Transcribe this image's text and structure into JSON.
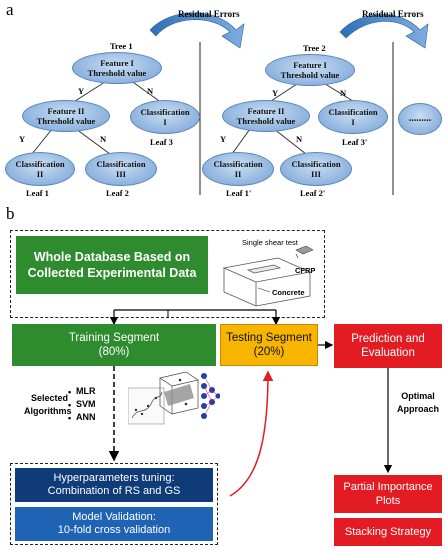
{
  "panel_a": {
    "label": "a",
    "residual_errors_1": "Residual Errors",
    "residual_errors_2": "Residual Errors",
    "tree1": {
      "title": "Tree 1",
      "root": "Feature I\nThreshold value",
      "mid": "Feature II\nThreshold value",
      "right_class": "Classification\nI",
      "left_leaf_class": "Classification\nII",
      "mid_leaf_class": "Classification\nIII",
      "y1": "Y",
      "n1": "N",
      "y2": "Y",
      "n2": "N",
      "leaf1": "Leaf 1",
      "leaf2": "Leaf 2",
      "leaf3": "Leaf 3"
    },
    "tree2": {
      "title": "Tree 2",
      "root": "Feature I\nThreshold value",
      "mid": "Feature II\nThreshold value",
      "right_class": "Classification\nI",
      "left_leaf_class": "Classification\nII",
      "mid_leaf_class": "Classification\nIII",
      "y1": "Y",
      "n1": "N",
      "y2": "Y",
      "n2": "N",
      "leaf1": "Leaf 1'",
      "leaf2": "Leaf 2'",
      "leaf3": "Leaf 3'"
    },
    "ellipsis": "........."
  },
  "panel_b": {
    "label": "b",
    "database": "Whole Database Based on\nCollected Experimental Data",
    "single_shear_test": "Single shear test",
    "cfrp": "CFRP",
    "concrete": "Concrete",
    "training": "Training Segment\n(80%)",
    "testing": "Testing Segment\n(20%)",
    "prediction": "Prediction and\nEvaluation",
    "selected_algorithms": "Selected\nAlgorithms",
    "algorithms": [
      "MLR",
      "SVM",
      "ANN"
    ],
    "optimal_approach": "Optimal\nApproach",
    "hyperparameters": "Hyperparameters tuning:\nCombination of RS and GS",
    "validation": "Model Validation:\n10-fold cross validation",
    "partial_importance": "Partial Importance\nPlots",
    "stacking": "Stacking Strategy"
  }
}
